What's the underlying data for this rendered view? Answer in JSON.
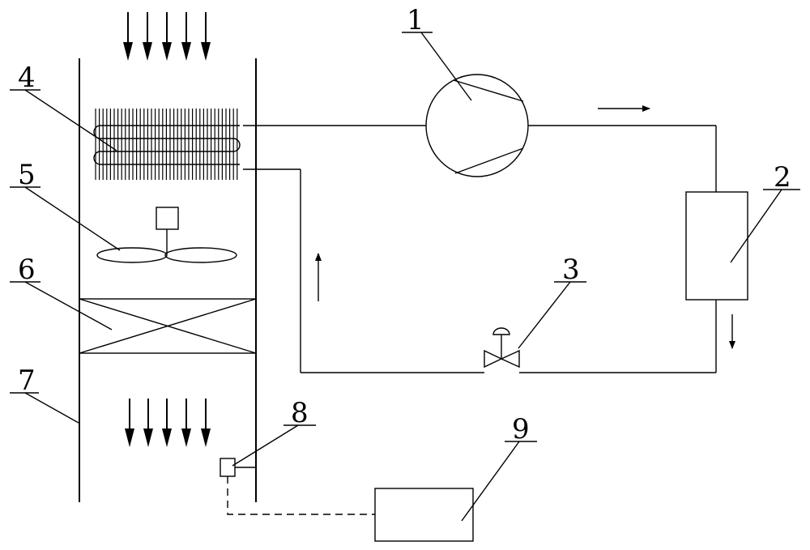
{
  "diagram": {
    "labels": {
      "compressor": "1",
      "condenser": "2",
      "expansion_valve": "3",
      "evaporator": "4",
      "fan": "5",
      "filter": "6",
      "air_duct": "7",
      "sensor": "8",
      "controller": "9"
    }
  }
}
